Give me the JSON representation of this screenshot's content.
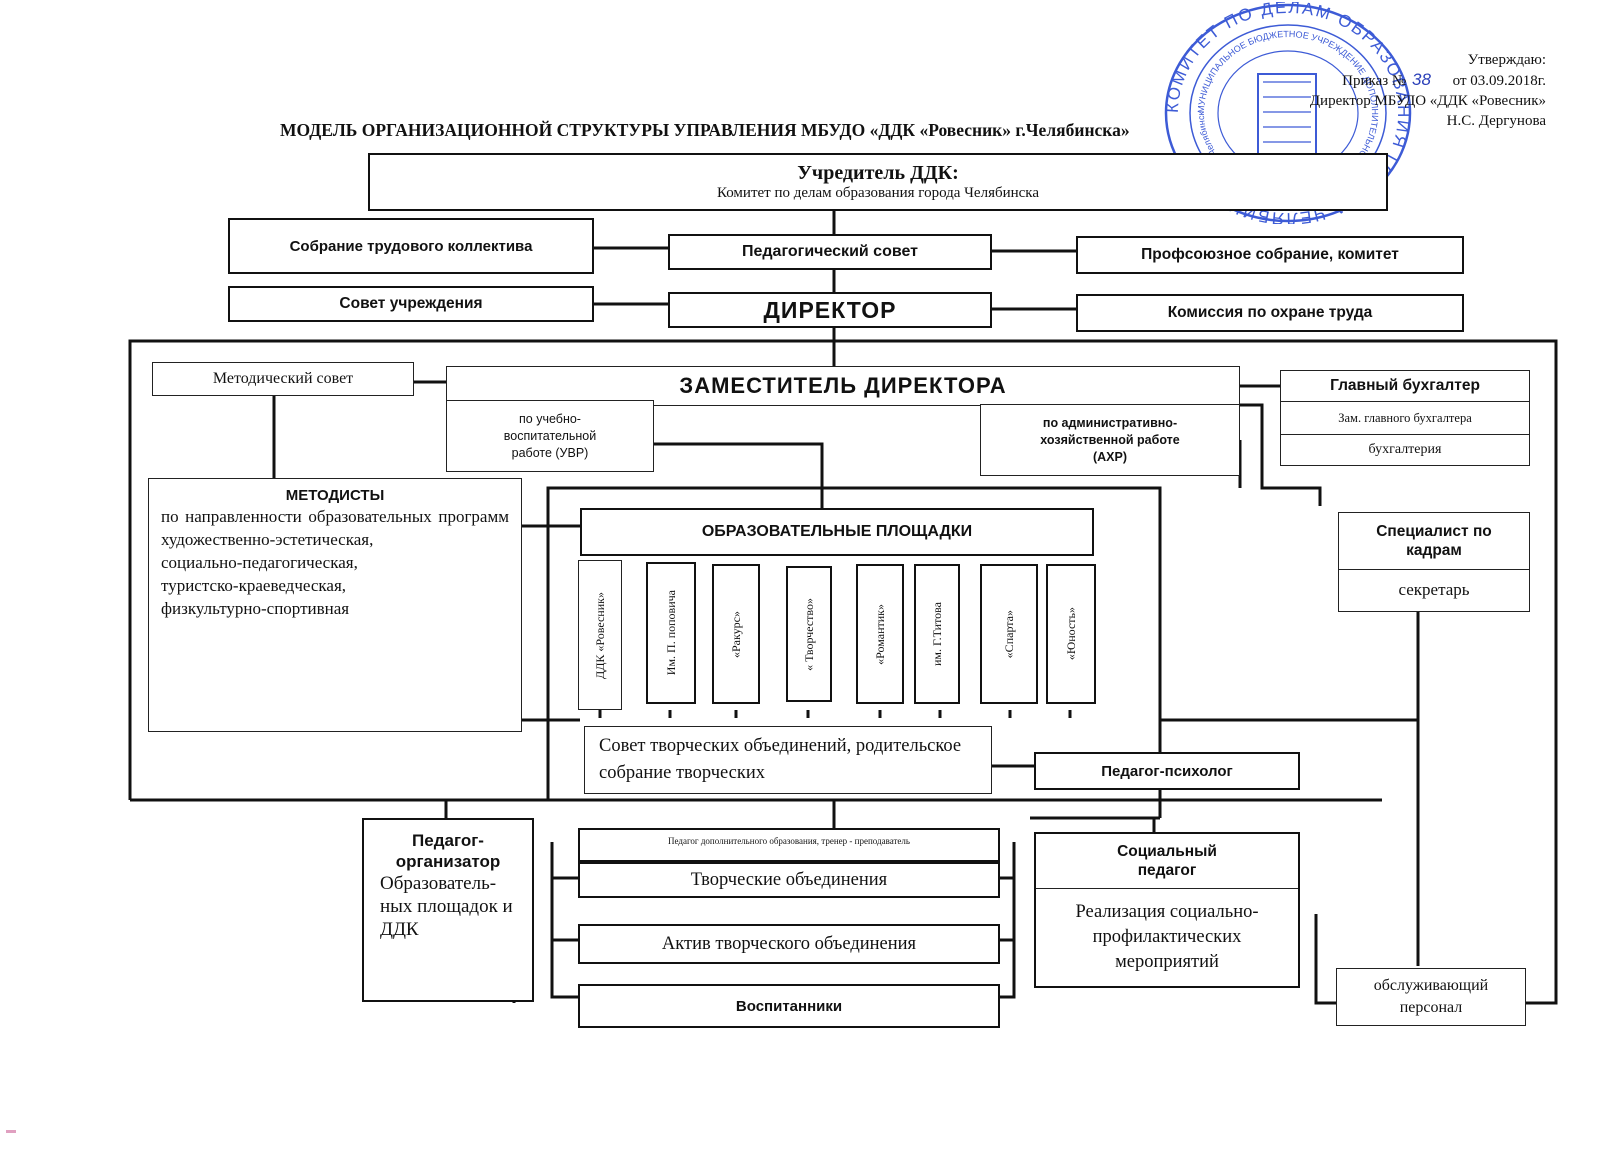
{
  "approval": {
    "line1": "Утверждаю:",
    "line2_prefix": "Приказ №",
    "order_number": "38",
    "line2_suffix": "от 03.09.2018г.",
    "line3": "Директор МБУДО «ДДК «Ровесник»",
    "line4": "Н.С. Дергунова"
  },
  "stamp": {
    "outer_text": "КОМИТЕТ ПО ДЕЛАМ ОБРАЗОВАНИЯ ГОРОДА ЧЕЛЯБИНСКА",
    "inner_text": "МУНИЦИПАЛЬНОЕ БЮДЖЕТНОЕ УЧРЕЖДЕНИЕ ДОПОЛНИТЕЛЬНОГО ОБРАЗОВАНИЯ ДДК «Ровесник» г. Челябинска",
    "color": "#3d5bd6"
  },
  "title": "МОДЕЛЬ ОРГАНИЗАЦИОННОЙ СТРУКТУРЫ УПРАВЛЕНИЯ МБУДО  «ДДК «Ровесник» г.Челябинска»",
  "founder": {
    "title": "Учредитель ДДК:",
    "subtitle": "Комитет по делам образования  города Челябинска"
  },
  "row2": {
    "staff_meeting": "Собрание трудового коллектива",
    "ped_council": "Педагогический совет",
    "union": "Профсоюзное собрание, комитет"
  },
  "row3": {
    "institution_council": "Совет учреждения",
    "director": "ДИРЕКТОР",
    "labor_commission": "Комиссия по охране труда"
  },
  "method_council": "Методический совет",
  "deputy": {
    "title": "ЗАМЕСТИТЕЛЬ ДИРЕКТОРА",
    "uvr": "по учебно-воспитательной работе (УВР)",
    "ahr": "по административно-хозяйственной работе (АХР)"
  },
  "accounting": {
    "chief": "Главный бухгалтер",
    "deputy": "Зам. главного бухгалтера",
    "dept": "бухгалтерия"
  },
  "methodists": {
    "title": "МЕТОДИСТЫ",
    "text1": "по направленности образовательных программ",
    "lines": [
      "художественно-эстетическая,",
      "социально-педагогическая,",
      "туристско-краеведческая,",
      "физкультурно-спортивная"
    ]
  },
  "platforms": {
    "title": "ОБРАЗОВАТЕЛЬНЫЕ ПЛОЩАДКИ",
    "items": [
      "ДДК «Ровесник»",
      "Им. П. поповича",
      "«Ракурс»",
      "« Творчество»",
      "«Романтик»",
      "им. Г.Титова",
      "«Спарта»",
      "«Юность»"
    ]
  },
  "hr": {
    "title": "Специалист по кадрам",
    "secretary": "секретарь"
  },
  "creative_council": "Совет творческих объединений, родительское собрание творческих",
  "psychologist": "Педагог-психолог",
  "organizer": {
    "title": "Педагог-организатор",
    "text": "Образователь-ных площадок и ДДК"
  },
  "center_stack": {
    "teacher": "Педагог дополнительного образования, тренер - преподаватель",
    "associations": "Творческие объединения",
    "activists": "Актив творческого объединения",
    "pupils": "Воспитанники"
  },
  "social": {
    "title": "Социальный педагог",
    "text": "Реализация социально-профилактических мероприятий"
  },
  "service_staff": "обслуживающий персонал"
}
